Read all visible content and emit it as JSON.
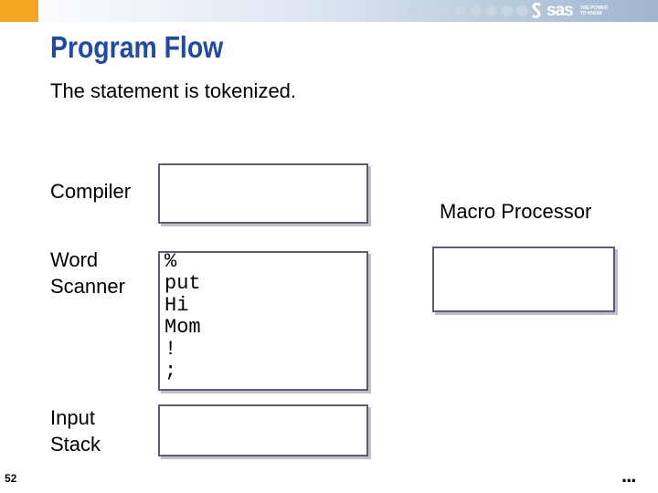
{
  "header": {
    "logo_text": "sas",
    "tagline": "THE POWER TO KNOW"
  },
  "slide": {
    "title": "Program Flow",
    "subtitle": "The statement is tokenized.",
    "page_number": "52",
    "continuation": "..."
  },
  "diagram": {
    "compiler_label": "Compiler",
    "word_scanner_label": "Word Scanner",
    "input_stack_label": "Input Stack",
    "macro_processor_label": "Macro Processor",
    "tokens": [
      "%",
      "put",
      "Hi",
      "Mom",
      "!",
      ";"
    ]
  },
  "colors": {
    "title": "#1f4aa8",
    "accent_orange": "#f5a623",
    "box_border": "#5b5b78"
  }
}
